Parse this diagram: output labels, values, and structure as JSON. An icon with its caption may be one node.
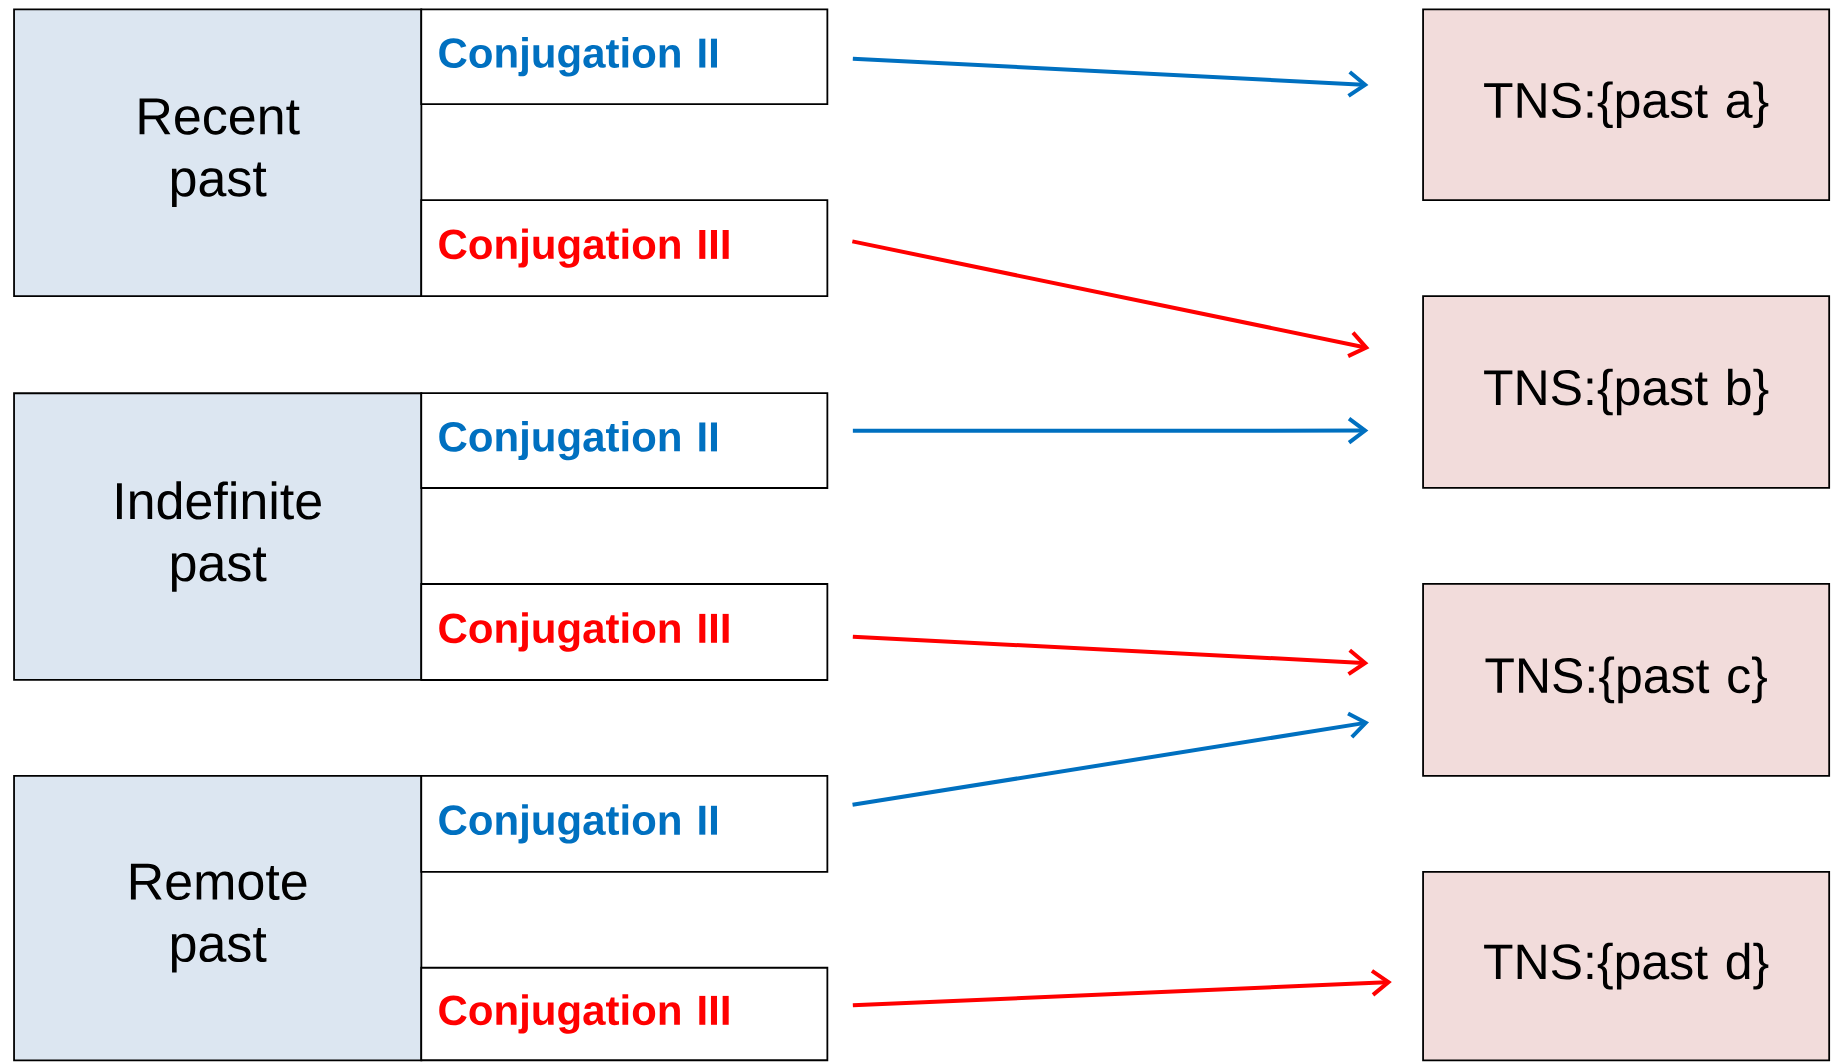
{
  "diagram": {
    "nodes": [
      {
        "text": [
          "Recent past"
        ]
      },
      {
        "text": [
          "Conjugation II"
        ]
      },
      {
        "text": [
          "Conjugation III"
        ]
      },
      {
        "text": [
          "Indefinite past"
        ]
      },
      {
        "text": [
          "Conjugation II"
        ]
      },
      {
        "text": [
          "Conjugation III"
        ]
      },
      {
        "text": [
          "Remote past"
        ]
      },
      {
        "text": [
          "Conjugation II"
        ]
      },
      {
        "text": [
          "Conjugation III"
        ]
      },
      {
        "text": [
          "TNS:{past a}"
        ]
      },
      {
        "text": [
          "TNS:{past b}"
        ]
      },
      {
        "text": [
          "TNS:{past c}"
        ]
      },
      {
        "text": [
          "TNS:{past d}"
        ]
      }
    ],
    "edges": [
      {
        "from": 1,
        "to": 9,
        "arrow": "to",
        "color": "#0070c0"
      },
      {
        "from": 2,
        "to": 10,
        "arrow": "to",
        "color": "#ff0000"
      },
      {
        "from": 4,
        "to": 10,
        "arrow": "to",
        "color": "#0070c0"
      },
      {
        "from": 5,
        "to": 11,
        "arrow": "to",
        "color": "#ff0000"
      },
      {
        "from": 7,
        "to": 11,
        "arrow": "to",
        "color": "#0070c0"
      },
      {
        "from": 8,
        "to": 12,
        "arrow": "to",
        "color": "#ff0000"
      }
    ]
  }
}
